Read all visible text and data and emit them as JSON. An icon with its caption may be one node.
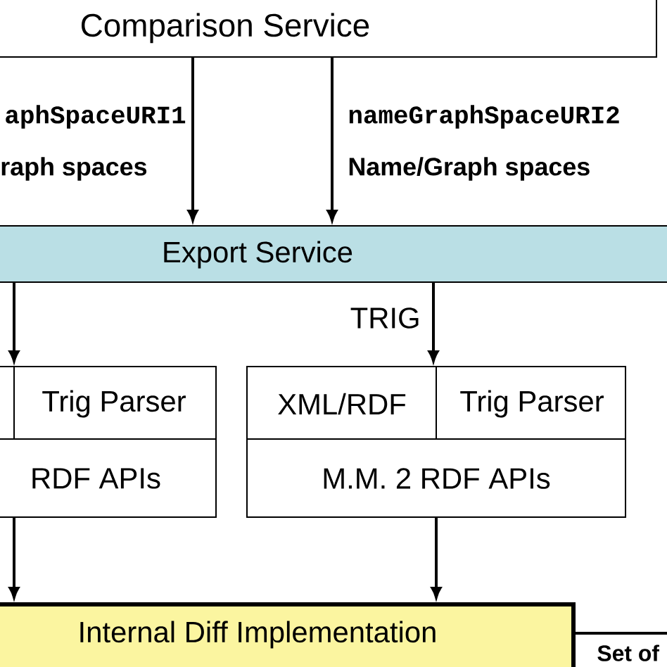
{
  "diagram": {
    "nodes": [
      {
        "text": [
          "Comparison Service"
        ]
      },
      {
        "text": [
          "Export Service"
        ]
      },
      {
        "text": [],
        "shape": "box"
      },
      {
        "text": [
          "Trig Parser"
        ],
        "in": 2
      },
      {
        "text": [
          "RDF APIs"
        ],
        "in": 2
      },
      {
        "text": [],
        "shape": "box"
      },
      {
        "text": [
          "XML/RDF"
        ],
        "in": 5
      },
      {
        "text": [
          "Trig Parser"
        ],
        "in": 5
      },
      {
        "text": [
          "M.M. 2 RDF APIs"
        ],
        "in": 5
      },
      {
        "text": [
          "Internal Diff Implementation"
        ]
      }
    ],
    "edges": [
      {
        "from": 0,
        "to": 1,
        "arrow": "to"
      },
      {
        "from": 0,
        "to": 1,
        "arrow": "to"
      },
      {
        "from": 1,
        "to": 2,
        "arrow": "to"
      },
      {
        "from": 1,
        "to": 5,
        "arrow": "to",
        "label": "TRIG"
      },
      {
        "from": 2,
        "to": 9,
        "arrow": "to"
      },
      {
        "from": 5,
        "to": 9,
        "arrow": "to"
      },
      {
        "from": 9,
        "to": null,
        "arrow": "none",
        "label": "Set of"
      }
    ],
    "labels": [
      "aphSpaceURI1",
      "raph spaces",
      "nameGraphSpaceURI2",
      "Name/Graph spaces"
    ]
  }
}
